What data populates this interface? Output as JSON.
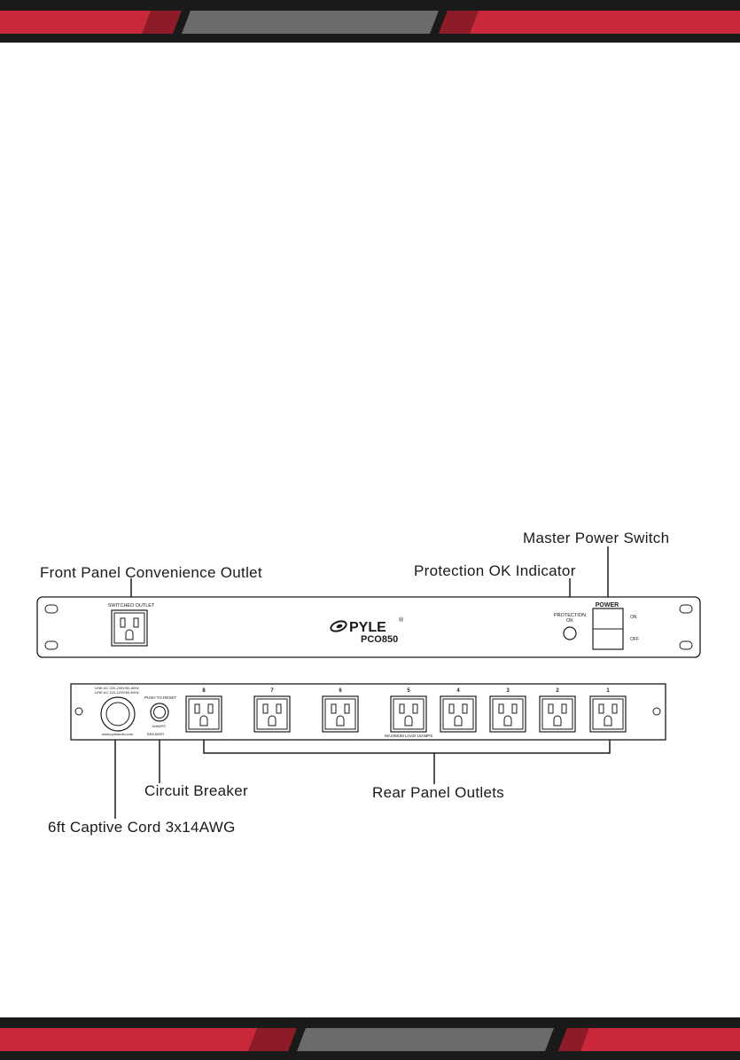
{
  "colors": {
    "band_dark": "#1a1a1a",
    "band_red": "#c8283a",
    "band_gray": "#6b6b6b",
    "line": "#1a1a1a"
  },
  "callouts": {
    "master_power_switch": "Master Power Switch",
    "front_panel_outlet": "Front Panel Convenience Outlet",
    "protection_ok_indicator": "Protection OK Indicator",
    "circuit_breaker": "Circuit Breaker",
    "rear_panel_outlets": "Rear Panel Outlets",
    "captive_cord": "6ft Captive Cord 3x14AWG"
  },
  "front_panel": {
    "switched_outlet_label": "SWITCHED OUTLET",
    "brand": "PYLE",
    "model": "PCO850",
    "protection_label_1": "PROTECTION",
    "protection_label_2": "OK",
    "power_label": "POWER",
    "on_label": "ON",
    "off_label": "OFF"
  },
  "rear_panel": {
    "line_spec_1": "LINE AC 220-240V/50-60Hz",
    "line_spec_2": "LINE AC 115-120V/60-60Hz",
    "website": "www.pyleaudio.com",
    "push_to_reset": "PUSH TO RESET",
    "amps": "15AMPS",
    "brand_small": "BREAKER",
    "max_load": "MAXIMUM LOAD 15AMPS",
    "outlet_numbers": [
      "8",
      "7",
      "6",
      "5",
      "4",
      "3",
      "2",
      "1"
    ]
  }
}
